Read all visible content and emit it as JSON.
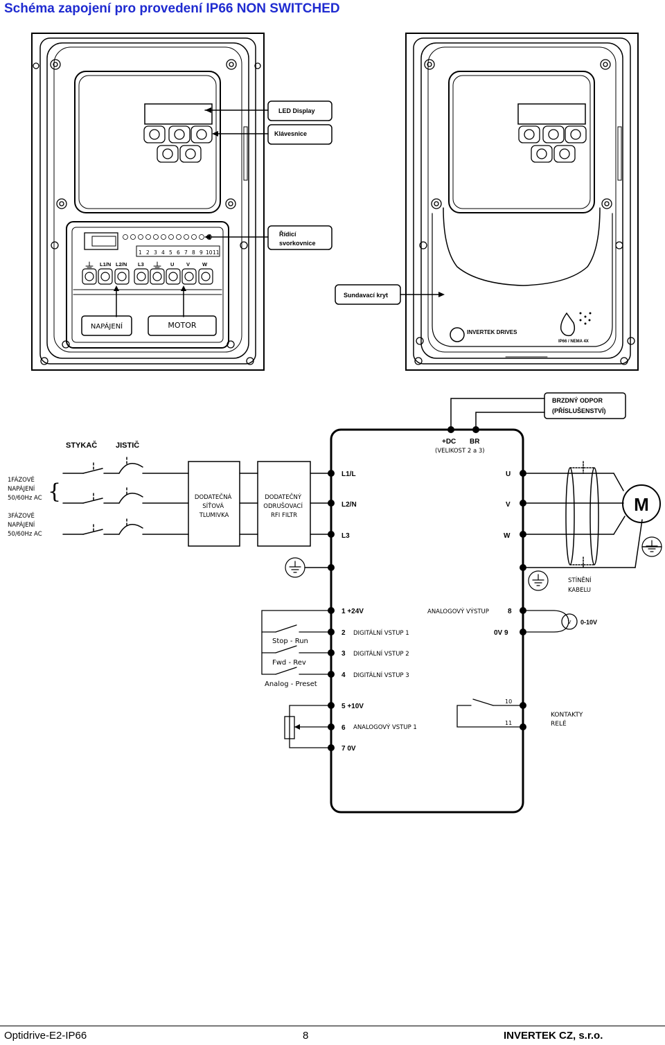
{
  "page_title": "Schéma zapojení pro provedení IP66 NON SWITCHED",
  "top_drawing": {
    "callouts": {
      "led_display": "LED Display",
      "keypad": "Klávesnice",
      "control_terminals_line1": "Řídicí",
      "control_terminals_line2": "svorkovnice",
      "removable_cover": "Sundavací kryt",
      "power_box": "NAPÁJENÍ",
      "motor_box": "MOTOR"
    },
    "terminal_numbers": [
      "1",
      "2",
      "3",
      "4",
      "5",
      "6",
      "7",
      "8",
      "9",
      "10",
      "11"
    ],
    "power_terminal_labels": [
      "L1/N",
      "L2/N",
      "L3",
      "U",
      "V",
      "W"
    ],
    "logo_text": "INVERTEK DRIVES",
    "rating_text": "IP66 / NEMA 4X"
  },
  "wiring": {
    "contactor": "STYKAČ",
    "breaker": "JISTIČ",
    "single_phase": [
      "1FÁZOVÉ",
      "NAPÁJENÍ",
      "50/60Hz AC"
    ],
    "three_phase": [
      "3FÁZOVÉ",
      "NAPÁJENÍ",
      "50/60Hz AC"
    ],
    "choke": [
      "DODATEČNÁ",
      "SÍŤOVÁ",
      "TLUMIVKA"
    ],
    "rfi_filter": [
      "DODATEČNÝ",
      "ODRUŠOVACÍ",
      "RFI FILTR"
    ],
    "brake_resistor": [
      "BRZDNÝ ODPOR",
      "(PŘÍSLUŠENSTVÍ)"
    ],
    "dc_label": "+DC",
    "br_label": "BR",
    "size_note": "(VELIKOST 2 a 3)",
    "input_terms": [
      "L1/L",
      "L2/N",
      "L3"
    ],
    "output_terms": [
      "U",
      "V",
      "W"
    ],
    "shield": [
      "STÍNĚNÍ",
      "KABELU"
    ],
    "motor_symbol": "M",
    "control_left": [
      {
        "num": "1",
        "label": "+24V"
      },
      {
        "num": "2",
        "label": "DIGITÁLNÍ VSTUP 1"
      },
      {
        "num": "3",
        "label": "DIGITÁLNÍ VSTUP 2"
      },
      {
        "num": "4",
        "label": "DIGITÁLNÍ VSTUP 3"
      },
      {
        "num": "5",
        "label": "+10V"
      },
      {
        "num": "6",
        "label": "ANALOGOVÝ VSTUP 1"
      },
      {
        "num": "7",
        "label": "0V"
      }
    ],
    "switch_labels": [
      "Stop - Run",
      "Fwd - Rev",
      "Analog - Preset"
    ],
    "analog_out": "ANALOGOVÝ VÝSTUP",
    "analog_out_num": "8",
    "ov9": "0V 9",
    "meter_symbol": "V",
    "meter_range": "0-10V",
    "relay_nums": [
      "10",
      "11"
    ],
    "relay_label": [
      "KONTAKTY",
      "RELÉ"
    ]
  },
  "footer": {
    "left": "Optidrive-E2-IP66",
    "center": "8",
    "right": "INVERTEK CZ, s.r.o."
  },
  "colors": {
    "title": "#1f2bd0"
  }
}
